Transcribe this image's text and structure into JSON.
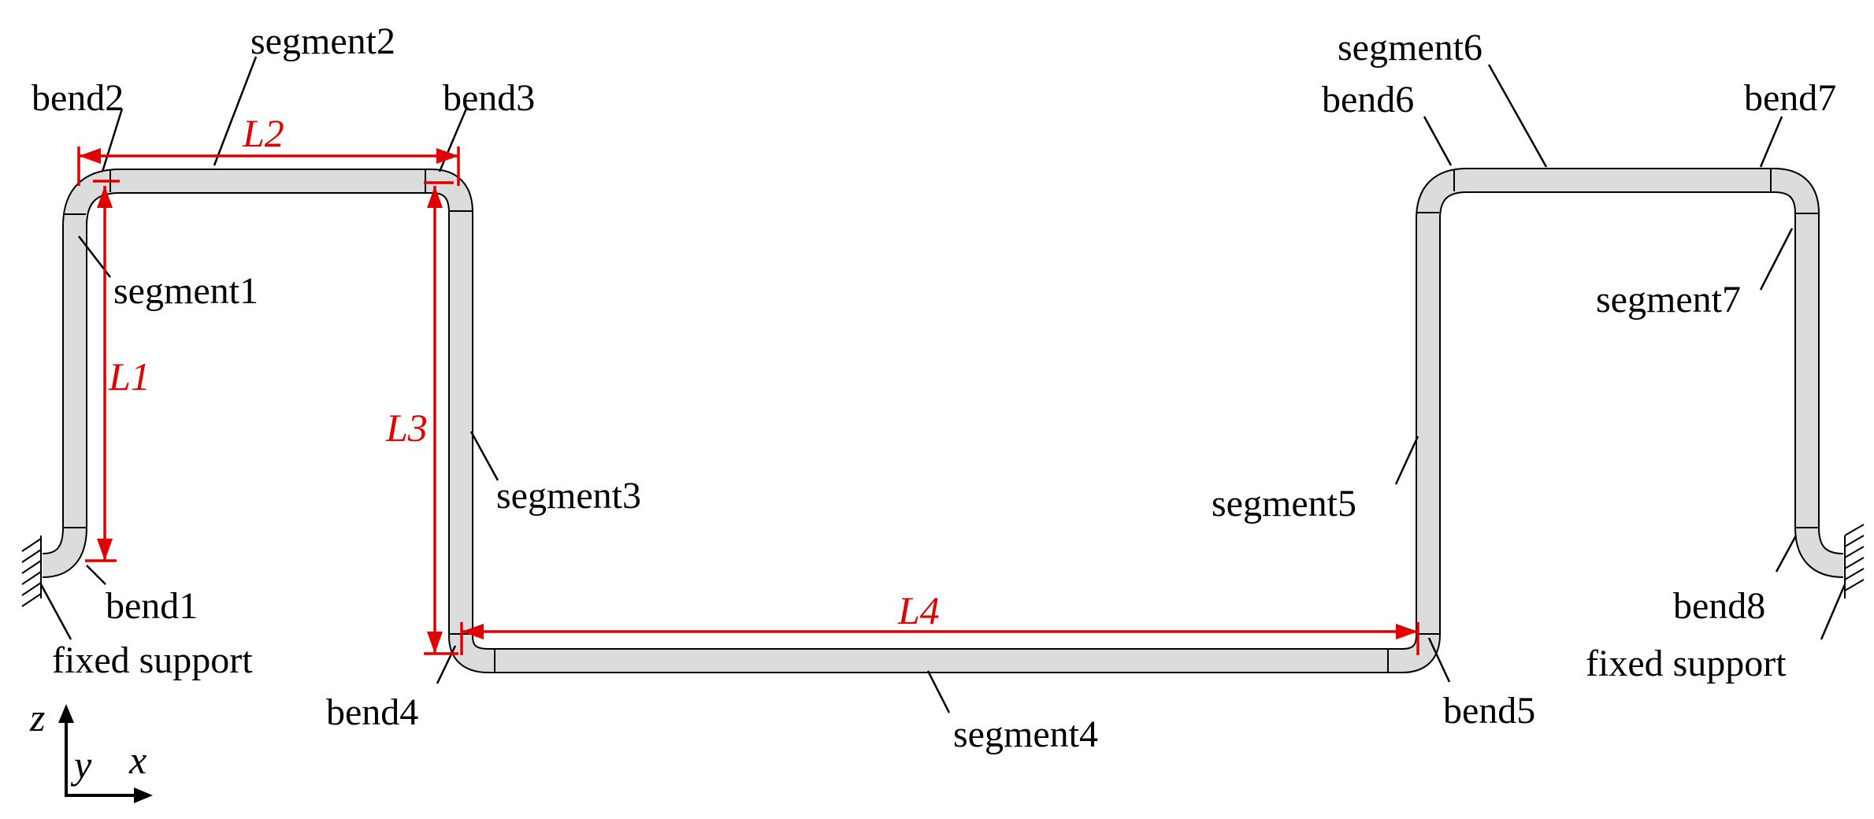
{
  "labels": {
    "segment1": "segment1",
    "segment2": "segment2",
    "segment3": "segment3",
    "segment4": "segment4",
    "segment5": "segment5",
    "segment6": "segment6",
    "segment7": "segment7",
    "bend1": "bend1",
    "bend2": "bend2",
    "bend3": "bend3",
    "bend4": "bend4",
    "bend5": "bend5",
    "bend6": "bend6",
    "bend7": "bend7",
    "bend8": "bend8",
    "fixed_support_left": "fixed support",
    "fixed_support_right": "fixed support"
  },
  "dimensions": {
    "L1": "L1",
    "L2": "L2",
    "L3": "L3",
    "L4": "L4"
  },
  "axes": {
    "z": "z",
    "y": "y",
    "x": "x"
  },
  "colors": {
    "pipe_fill": "#dcdcdc",
    "pipe_outline": "#000000",
    "dimension": "#e00000"
  }
}
